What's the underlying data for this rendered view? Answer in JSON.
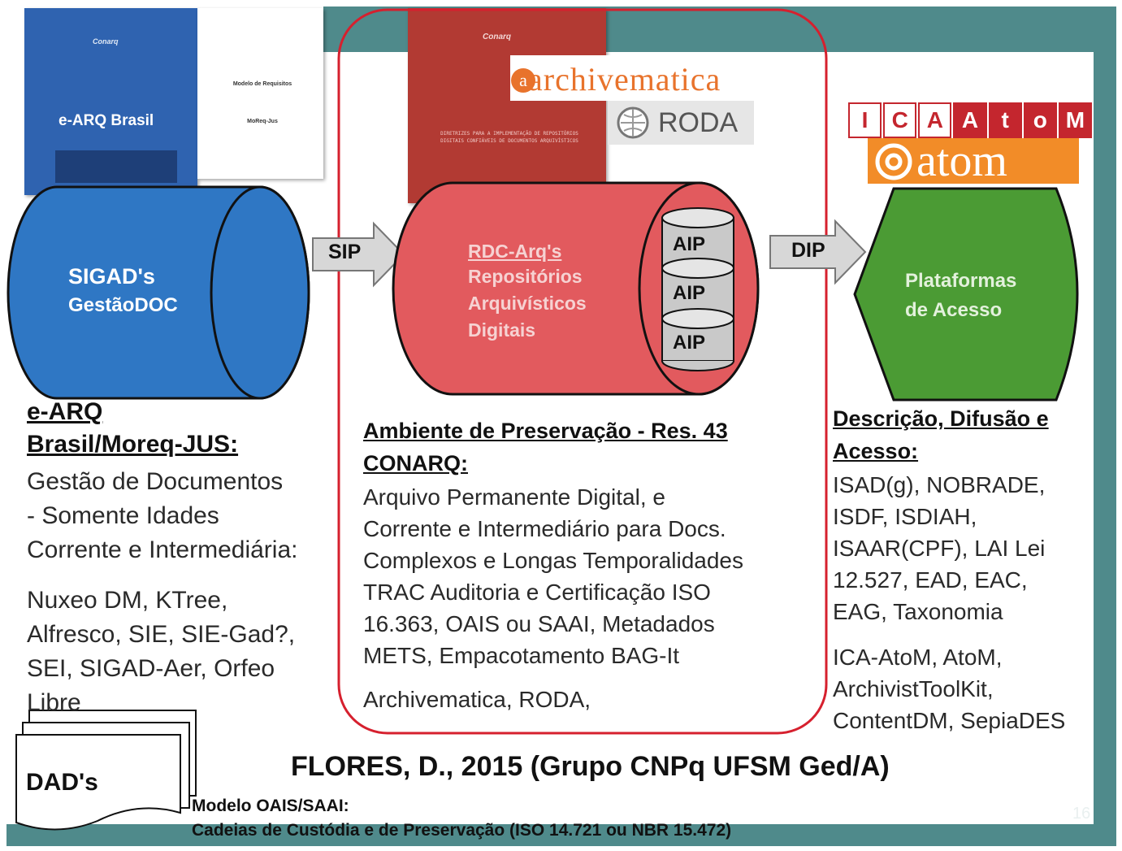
{
  "docs": {
    "earq_cover_title": "e-ARQ Brasil",
    "earq_cover_brand": "Conarq",
    "moreq_title": "Modelo de Requisitos",
    "moreq_subtitle": "MoReq-Jus",
    "conarq_brand": "Conarq",
    "conarq_cover_text": "DIRETRIZES PARA A IMPLEMENTAÇÃO DE REPOSITÓRIOS DIGITAIS CONFIÁVEIS DE DOCUMENTOS ARQUIVÍSTICOS"
  },
  "logos": {
    "archivematica": "archivematica",
    "roda": "RODA",
    "icaatom_letters": [
      "I",
      "C",
      "A",
      "A",
      "t",
      "o",
      "M"
    ],
    "atom": "atom"
  },
  "colors": {
    "teal_frame": "#4f8a8b",
    "blue_cylinder": "#2f77c4",
    "red_cylinder": "#e25a5e",
    "red_frame": "#d6202e",
    "green_hex": "#4b9b34",
    "archivematica_orange": "#e8732c",
    "atom_orange": "#f28c28",
    "icaatom_red": "#c4262e"
  },
  "diagram": {
    "sigad_line1": "SIGAD's",
    "sigad_line2": "GestãoDOC",
    "sip": "SIP",
    "dip": "DIP",
    "rdc_line1": "RDC-Arq's",
    "rdc_line2": "Repositórios",
    "rdc_line3": "Arquivísticos",
    "rdc_line4": "Digitais",
    "aip1": "AIP",
    "aip2": "AIP",
    "aip3": "AIP",
    "platform_line1": "Plataformas",
    "platform_line2": "de Acesso"
  },
  "left": {
    "title_line1": "e-ARQ",
    "title_line2": "Brasil/Moreq-JUS:",
    "body_lines": [
      "Gestão de Documentos",
      "- Somente Idades",
      "Corrente e Intermediária:"
    ],
    "tools_lines": [
      "Nuxeo DM, KTree,",
      "Alfresco, SIE, SIE-Gad?,",
      "SEI, SIGAD-Aer, Orfeo",
      "Libre"
    ]
  },
  "center": {
    "title_line1": "Ambiente de Preservação - Res. 43",
    "title_line2": "CONARQ:",
    "body_lines": [
      "Arquivo Permanente Digital, e",
      "Corrente e Intermediário para Docs.",
      "Complexos e Longas Temporalidades",
      "TRAC Auditoria e Certificação ISO",
      "16.363, OAIS ou SAAI, Metadados",
      "METS, Empacotamento BAG-It"
    ],
    "tools_line": "Archivematica, RODA,"
  },
  "right": {
    "title_line1": "Descrição, Difusão e",
    "title_line2": "Acesso:",
    "body_lines": [
      "ISAD(g), NOBRADE,",
      "ISDF, ISDIAH,",
      "ISAAR(CPF), LAI Lei",
      "12.527, EAD, EAC,",
      "EAG, Taxonomia"
    ],
    "tools_lines": [
      "ICA-AtoM, AtoM,",
      "ArchivistToolKit,",
      "ContentDM, SepiaDES"
    ]
  },
  "footer": {
    "dads": "DAD's",
    "citation": "FLORES, D., 2015 (Grupo CNPq UFSM Ged/A)",
    "model_line1": "Modelo OAIS/SAAI:",
    "model_line2": "Cadeias de Custódia e de Preservação (ISO 14.721 ou NBR 15.472)",
    "page_number": "16"
  }
}
